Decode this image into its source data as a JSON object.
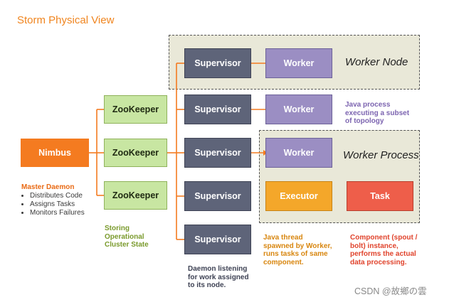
{
  "title": "Storm Physical View",
  "regions": {
    "worker_node_label": "Worker Node",
    "worker_process_label": "Worker Process"
  },
  "nodes": {
    "nimbus": "Nimbus",
    "zookeeper": "ZooKeeper",
    "supervisor": "Supervisor",
    "worker": "Worker",
    "executor": "Executor",
    "task": "Task"
  },
  "notes": {
    "master_heading": "Master Daemon",
    "master_items": [
      "Distributes Code",
      "Assigns Tasks",
      "Monitors Failures"
    ],
    "zookeeper_note": [
      "Storing",
      "Operational",
      "Cluster State"
    ],
    "supervisor_note": [
      "Daemon listening",
      "for work assigned",
      "to its node."
    ],
    "worker_note": [
      "Java process",
      "executing a subset",
      "of topology"
    ],
    "executor_note": [
      "Java thread",
      "spawned by Worker,",
      "runs tasks of same",
      "component."
    ],
    "task_note": [
      "Component (spout /",
      "bolt) instance,",
      "performs the actual",
      "data processing."
    ]
  },
  "watermark": "CSDN @故鄉の雲",
  "colors": {
    "nimbus": "#f47b20",
    "zookeeper": "#c8e6a2",
    "supervisor": "#5e6479",
    "worker": "#9b8ec3",
    "executor": "#f4a72a",
    "task": "#ee5e4a",
    "connector": "#f47b20"
  }
}
